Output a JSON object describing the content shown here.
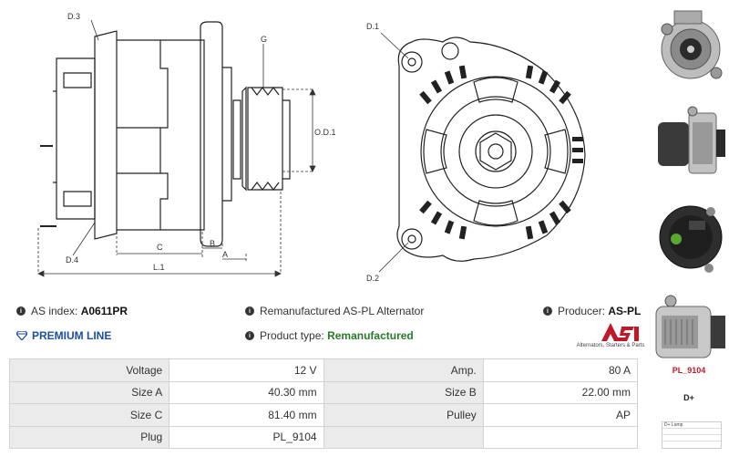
{
  "drawing": {
    "labels": {
      "d3": "D.3",
      "g": "G",
      "od1": "O.D.1",
      "d4": "D.4",
      "b": "B",
      "c": "C",
      "a": "A",
      "l1": "L.1",
      "d1": "D.1",
      "d2": "D.2"
    }
  },
  "info": {
    "as_index_label": "AS index:",
    "as_index_value": "A0611PR",
    "description": "Remanufactured AS-PL Alternator",
    "producer_label": "Producer:",
    "producer_value": "AS-PL",
    "premium_line": "PREMIUM LINE",
    "product_type_label": "Product type:",
    "product_type_value": "Remanufactured",
    "icons": [
      "info-icon",
      "diamond-icon"
    ],
    "accent_color": "#2a7a2a",
    "premium_color": "#1f4fa3"
  },
  "logo": {
    "caption": "Alternators, Starters & Parts",
    "color": "#c0182a"
  },
  "specs": {
    "rows": [
      {
        "label1": "Voltage",
        "value1": "12 V",
        "label2": "Amp.",
        "value2": "80 A"
      },
      {
        "label1": "Size A",
        "value1": "40.30 mm",
        "label2": "Size B",
        "value2": "22.00 mm"
      },
      {
        "label1": "Size C",
        "value1": "81.40 mm",
        "label2": "Pulley",
        "value2": "AP"
      },
      {
        "label1": "Plug",
        "value1": "PL_9104",
        "label2": "",
        "value2": ""
      }
    ]
  },
  "thumbs": {
    "plug_caption": "PL_9104",
    "plug_terminal": "D+",
    "mini_rows": [
      "D+   Lamp",
      "",
      ""
    ]
  }
}
